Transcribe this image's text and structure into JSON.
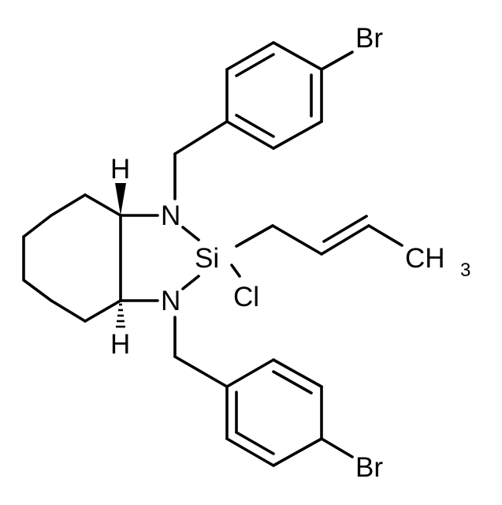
{
  "structure": {
    "atom_labels": {
      "br_top": "Br",
      "br_bottom": "Br",
      "n_top": "N",
      "n_bottom": "N",
      "si": "Si",
      "cl": "Cl",
      "h_top": "H",
      "h_bottom": "H",
      "ch3_c": "CH",
      "ch3_sub": "3"
    },
    "bond_color": "#000000",
    "background_color": "#ffffff"
  }
}
